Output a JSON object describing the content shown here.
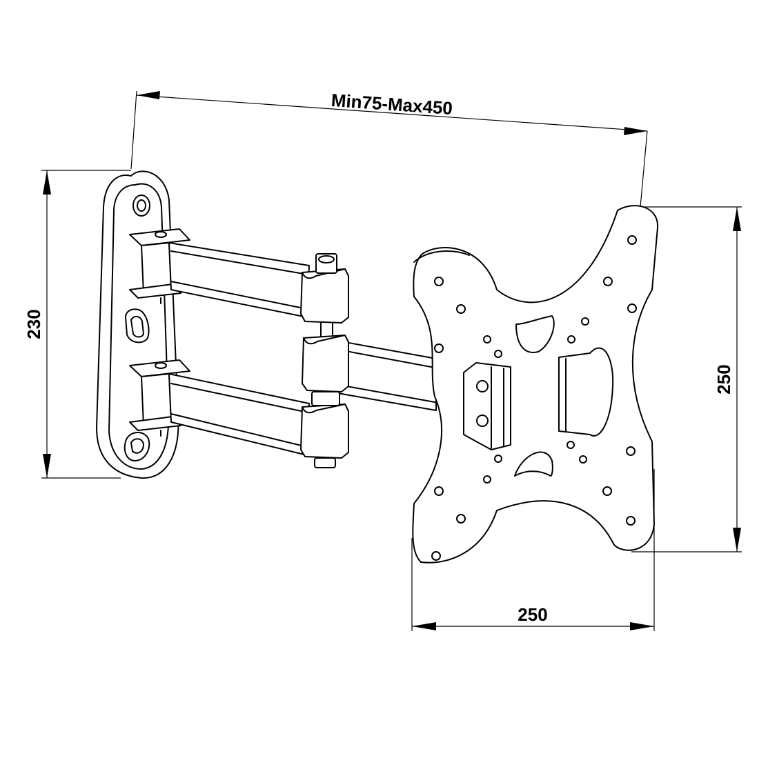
{
  "dimensions": {
    "arm_extension": "Min75-Max450",
    "wall_plate_height": "230",
    "vesa_height": "250",
    "vesa_width": "250"
  },
  "colors": {
    "line": "#000000",
    "background": "#ffffff"
  }
}
